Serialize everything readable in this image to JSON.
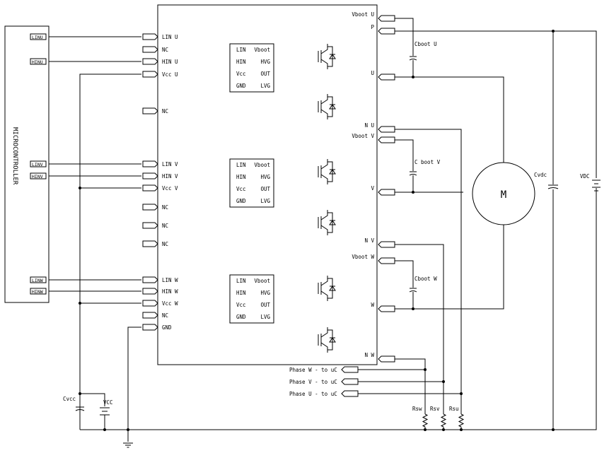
{
  "mcu": {
    "title": "MICROCONTROLLER",
    "pins": [
      "LINU",
      "HINU",
      "LINV",
      "HINV",
      "LINW",
      "HINW"
    ]
  },
  "module_pins": {
    "left": [
      "LIN U",
      "NC",
      "HIN U",
      "Vcc U",
      "NC",
      "LIN V",
      "HIN V",
      "Vcc V",
      "NC",
      "NC",
      "NC",
      "LIN W",
      "HIN W",
      "Vcc W",
      "NC",
      "GND"
    ],
    "right": [
      "Vboot U",
      "P",
      "U",
      "N U",
      "Vboot V",
      "V",
      "N V",
      "Vboot W",
      "W",
      "N W"
    ]
  },
  "driver_pins": {
    "left": [
      "LIN",
      "HIN",
      "Vcc",
      "GND"
    ],
    "right": [
      "Vboot",
      "HVG",
      "OUT",
      "LVG"
    ]
  },
  "components": {
    "cboot_u": "Cboot U",
    "cboot_v": "C boot V",
    "cboot_w": "Cboot W",
    "cvdc": "Cvdc",
    "vdc": "VDC",
    "motor": "M",
    "cvcc": "Cvcc",
    "vcc": "VCC",
    "rsw": "Rsw",
    "rsv": "Rsv",
    "rsu": "Rsu"
  },
  "outputs": [
    "Phase W - to uC",
    "Phase V - to uC",
    "Phase U - to uC"
  ]
}
